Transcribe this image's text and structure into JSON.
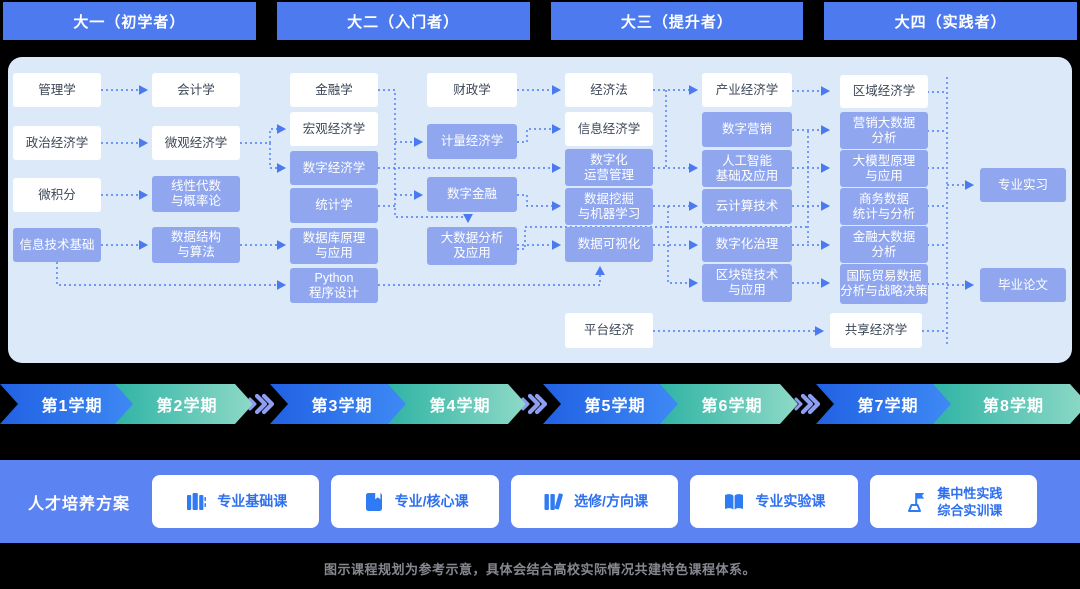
{
  "year_headers": [
    {
      "label": "大一（初学者）"
    },
    {
      "label": "大二（入门者）"
    },
    {
      "label": "大三（提升者）"
    },
    {
      "label": "大四（实践者）"
    }
  ],
  "curriculum": {
    "columns": [
      {
        "semester": 1,
        "courses": [
          {
            "label": "管理学",
            "variant": "white"
          },
          {
            "label": "政治经济学",
            "variant": "white"
          },
          {
            "label": "微积分",
            "variant": "white"
          },
          {
            "label": "信息技术基础",
            "variant": "blue"
          }
        ]
      },
      {
        "semester": 2,
        "courses": [
          {
            "label": "会计学",
            "variant": "white"
          },
          {
            "label": "微观经济学",
            "variant": "white"
          },
          {
            "label": "线性代数\n与概率论",
            "variant": "blue"
          },
          {
            "label": "数据结构\n与算法",
            "variant": "blue"
          }
        ]
      },
      {
        "semester": 3,
        "courses": [
          {
            "label": "金融学",
            "variant": "white"
          },
          {
            "label": "宏观经济学",
            "variant": "white"
          },
          {
            "label": "数字经济学",
            "variant": "blue"
          },
          {
            "label": "统计学",
            "variant": "blue"
          },
          {
            "label": "数据库原理\n与应用",
            "variant": "blue"
          },
          {
            "label": "Python\n程序设计",
            "variant": "blue"
          }
        ]
      },
      {
        "semester": 4,
        "courses": [
          {
            "label": "财政学",
            "variant": "white"
          },
          {
            "label": "计量经济学",
            "variant": "blue"
          },
          {
            "label": "数字金融",
            "variant": "blue"
          },
          {
            "label": "大数据分析\n及应用",
            "variant": "blue"
          }
        ]
      },
      {
        "semester": 5,
        "courses": [
          {
            "label": "经济法",
            "variant": "white"
          },
          {
            "label": "信息经济学",
            "variant": "white"
          },
          {
            "label": "数字化\n运营管理",
            "variant": "blue"
          },
          {
            "label": "数据挖掘\n与机器学习",
            "variant": "blue"
          },
          {
            "label": "数据可视化",
            "variant": "blue"
          },
          {
            "label": "平台经济",
            "variant": "white"
          }
        ]
      },
      {
        "semester": 6,
        "courses": [
          {
            "label": "产业经济学",
            "variant": "white"
          },
          {
            "label": "数字营销",
            "variant": "blue"
          },
          {
            "label": "人工智能\n基础及应用",
            "variant": "blue"
          },
          {
            "label": "云计算技术",
            "variant": "blue"
          },
          {
            "label": "数字化治理",
            "variant": "blue"
          },
          {
            "label": "区块链技术\n与应用",
            "variant": "blue"
          }
        ]
      },
      {
        "semester": 7,
        "courses": [
          {
            "label": "区域经济学",
            "variant": "white"
          },
          {
            "label": "营销大数据\n分析",
            "variant": "blue"
          },
          {
            "label": "大模型原理\n与应用",
            "variant": "blue"
          },
          {
            "label": "商务数据\n统计与分析",
            "variant": "blue"
          },
          {
            "label": "金融大数据\n分析",
            "variant": "blue"
          },
          {
            "label": "国际贸易数据\n分析与战略决策",
            "variant": "blue"
          },
          {
            "label": "共享经济学",
            "variant": "white"
          }
        ]
      },
      {
        "semester": 8,
        "courses": [
          {
            "label": "专业实习",
            "variant": "blue"
          },
          {
            "label": "毕业论文",
            "variant": "blue"
          }
        ]
      }
    ]
  },
  "semesters": [
    "第1学期",
    "第2学期",
    "第3学期",
    "第4学期",
    "第5学期",
    "第6学期",
    "第7学期",
    "第8学期"
  ],
  "legend": {
    "title": "人才培养方案",
    "items": [
      {
        "label": "专业基础课",
        "icon": "books-icon"
      },
      {
        "label": "专业/核心课",
        "icon": "book-icon"
      },
      {
        "label": "选修/方向课",
        "icon": "leaning-books-icon"
      },
      {
        "label": "专业实验课",
        "icon": "open-book-icon"
      },
      {
        "label": "集中性实践\n综合实训课",
        "icon": "practice-flag-icon"
      }
    ]
  },
  "footer": {
    "note": "图示课程规划为参考示意，具体会结合高校实际情况共建特色课程体系。"
  },
  "colors": {
    "background": "#000000",
    "year_header": "#4d7bef",
    "panel_background": "#dce9f9",
    "course_blue": "#90a7f0",
    "course_white": "#ffffff",
    "arrow": "#4b7af0",
    "chevron_blue_start": "#2161e3",
    "chevron_blue_end": "#3f8af5",
    "chevron_teal_start": "#30b4a5",
    "chevron_teal_end": "#8ed9c7",
    "separator": "#8d9ef3",
    "legend_band": "#5b83f1",
    "legend_text": "#2e6ff0"
  }
}
